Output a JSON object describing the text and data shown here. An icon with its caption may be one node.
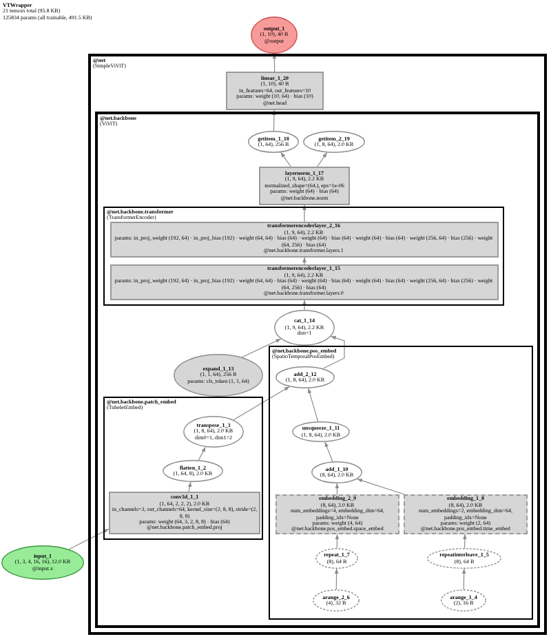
{
  "diagram": {
    "title": "VTWrapper",
    "labels": [
      "21 tensors total (95.8 KB)",
      "125834 params (all trainable, 491.5 KB)"
    ],
    "nodes": [
      {
        "text": [
          "output_1",
          "(1, 10), 40 B",
          "@output"
        ]
      },
      {
        "text": [
          "@net",
          "(SimpleViViT)"
        ]
      },
      {
        "text": [
          "linear_1_20",
          "(1, 10), 40 B",
          "in_features=64, out_features=10",
          "params: weight (10, 64) · bias (10)",
          "@net.head"
        ],
        "in": 1
      },
      {
        "text": [
          "@net.backbone",
          "(ViViT)"
        ],
        "in": 1
      },
      {
        "text": [
          "getitem_1_18",
          "(1, 64), 256 B"
        ],
        "in": 3
      },
      {
        "text": [
          "getitem_2_19",
          "(1, 8, 64), 2.0 KB"
        ],
        "in": 3
      },
      {
        "text": [
          "layernorm_1_17",
          "(1, 9, 64), 2.2 KB",
          "normalized_shape=(64,), eps=1e-06",
          "params: weight (64) · bias (64)",
          "@net.backbone.norm"
        ],
        "in": 3
      },
      {
        "text": [
          "@net.backbone.transformer",
          "(TransformerEncoder)"
        ],
        "in": 3
      },
      {
        "text": [
          "transformerencoderlayer_2_16",
          "(1, 9, 64), 2.2 KB",
          "params: in_proj_weight (192, 64) · in_proj_bias (192) · weight (64, 64) · bias (64) · weight (64) · bias (64) · weight (64) · bias (64) · weight (256, 64) · bias (256) · weight (64, 256) · bias (64)",
          "@net.backbone.transformer.layers.1"
        ],
        "in": 7
      },
      {
        "text": [
          "transformerencoderlayer_1_15",
          "(1, 9, 64), 2.2 KB",
          "params: in_proj_weight (192, 64) · in_proj_bias (192) · weight (64, 64) · bias (64) · weight (64) · bias (64) · weight (64) · bias (64) · weight (256, 64) · bias (256) · weight (64, 256) · bias (64)",
          "@net.backbone.transformer.layers.0"
        ],
        "in": 7
      },
      {
        "text": [
          "cat_1_14",
          "(1, 9, 64), 2.2 KB",
          "dim=1"
        ],
        "in": 3
      },
      {
        "text": [
          "expand_1_13",
          "(1, 1, 64), 256 B",
          "params: cls_token (1, 1, 64)"
        ],
        "in": 3
      },
      {
        "text": [
          "@net.backbone.pos_embed",
          "(SpatioTemporalPosEmbed)"
        ],
        "in": 3
      },
      {
        "text": [
          "add_2_12",
          "(1, 8, 64), 2.0 KB"
        ],
        "in": 12
      },
      {
        "text": [
          "@net.backbone.patch_embed",
          "(TubeletEmbed)"
        ],
        "in": 3
      },
      {
        "text": [
          "transpose_1_3",
          "(1, 8, 64), 2.0 KB",
          "dim0=1, dim1=2"
        ],
        "in": 14
      },
      {
        "text": [
          "unsqueeze_1_11",
          "(1, 8, 64), 2.0 KB"
        ],
        "in": 12
      },
      {
        "text": [
          "flatten_1_2",
          "(1, 64, 8), 2.0 KB"
        ],
        "in": 14
      },
      {
        "text": [
          "add_1_10",
          "(8, 64), 2.0 KB"
        ],
        "in": 12
      },
      {
        "text": [
          "conv3d_1_1",
          "(1, 64, 2, 2, 2), 2.0 KB",
          "in_channels=3, out_channels=64, kernel_size=(2, 8, 8), stride=(2, 8, 8)",
          "params: weight (64, 3, 2, 8, 8) · bias (64)",
          "@net.backbone.patch_embed.proj"
        ],
        "in": 14
      },
      {
        "text": [
          "embedding_2_9",
          "(8, 64), 2.0 KB",
          "num_embeddings=4, embedding_dim=64, padding_idx=None",
          "params: weight (4, 64)",
          "@net.backbone.pos_embed.space_embed"
        ],
        "in": 12
      },
      {
        "text": [
          "embedding_1_8",
          "(8, 64), 2.0 KB",
          "num_embeddings=2, embedding_dim=64, padding_idx=None",
          "params: weight (2, 64)",
          "@net.backbone.pos_embed.time_embed"
        ],
        "in": 12
      },
      {
        "text": [
          "input_1",
          "(1, 3, 4, 16, 16), 12.0 KB",
          "@input.x"
        ]
      },
      {
        "text": [
          "repeat_1_7",
          "(8), 64 B"
        ],
        "in": 12
      },
      {
        "text": [
          "repeatinterleave_1_5",
          "(8), 64 B"
        ],
        "in": 12
      },
      {
        "text": [
          "arange_2_6",
          "(4), 32 B"
        ],
        "in": 12
      },
      {
        "text": [
          "arange_1_4",
          "(2), 16 B"
        ],
        "in": 12
      }
    ],
    "edges": [
      {
        "from": 22,
        "to": 19,
        "arrow": "to"
      },
      {
        "from": 19,
        "to": 17,
        "arrow": "to"
      },
      {
        "from": 17,
        "to": 15,
        "arrow": "to"
      },
      {
        "from": 15,
        "to": 13,
        "arrow": "to"
      },
      {
        "from": 25,
        "to": 23,
        "arrow": "to"
      },
      {
        "from": 23,
        "to": 20,
        "arrow": "to"
      },
      {
        "from": 26,
        "to": 24,
        "arrow": "to"
      },
      {
        "from": 24,
        "to": 21,
        "arrow": "to"
      },
      {
        "from": 20,
        "to": 18,
        "arrow": "to"
      },
      {
        "from": 21,
        "to": 18,
        "arrow": "to"
      },
      {
        "from": 18,
        "to": 16,
        "arrow": "to"
      },
      {
        "from": 16,
        "to": 13,
        "arrow": "to"
      },
      {
        "from": 13,
        "to": 10,
        "arrow": "to"
      },
      {
        "from": 11,
        "to": 10,
        "arrow": "to"
      },
      {
        "from": 10,
        "to": 9,
        "arrow": "to"
      },
      {
        "from": 9,
        "to": 8,
        "arrow": "to"
      },
      {
        "from": 8,
        "to": 6,
        "arrow": "to"
      },
      {
        "from": 6,
        "to": 4,
        "arrow": "to"
      },
      {
        "from": 6,
        "to": 5,
        "arrow": "to"
      },
      {
        "from": 4,
        "to": 2,
        "arrow": "to"
      },
      {
        "from": 2,
        "to": 0,
        "arrow": "to"
      }
    ]
  }
}
